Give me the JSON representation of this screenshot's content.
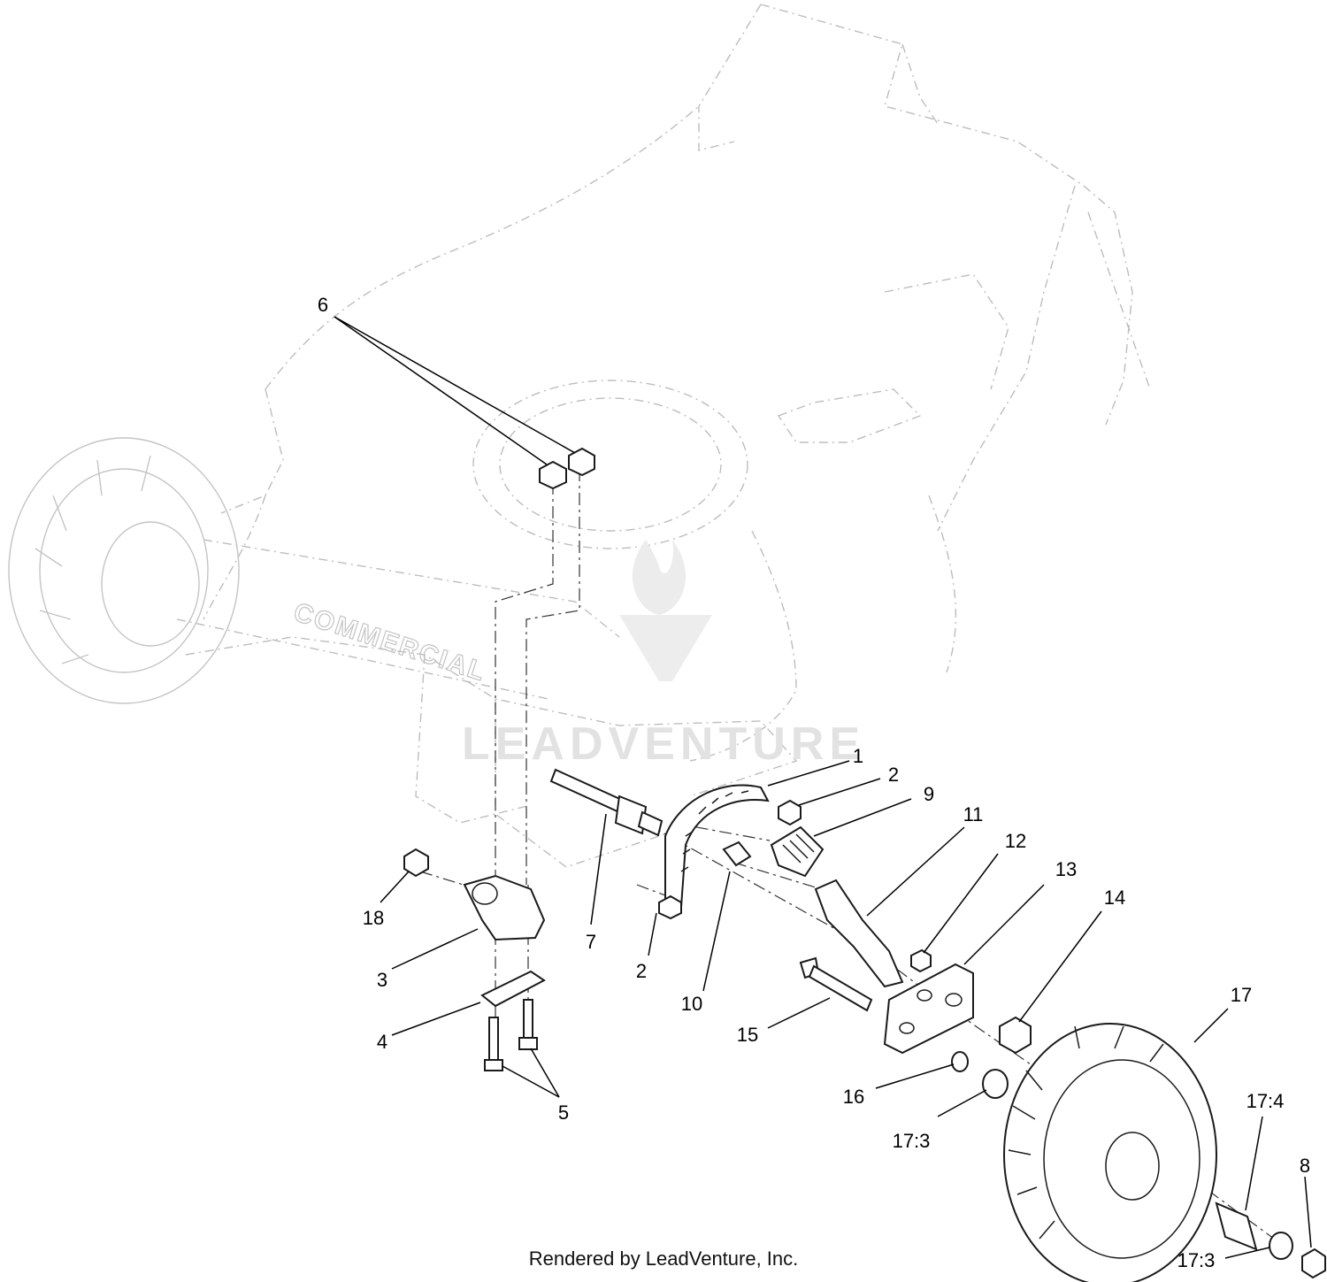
{
  "diagram": {
    "brand_text": "COMMERCIAL",
    "watermark": "LEADVENTURE",
    "footer": "Rendered by LeadVenture, Inc.",
    "callouts": {
      "c1": "1",
      "c2a": "2",
      "c2b": "2",
      "c3": "3",
      "c4": "4",
      "c5": "5",
      "c6": "6",
      "c7": "7",
      "c8": "8",
      "c9": "9",
      "c10": "10",
      "c11": "11",
      "c12": "12",
      "c13": "13",
      "c14": "14",
      "c15": "15",
      "c16": "16",
      "c17": "17",
      "c17_3a": "17:3",
      "c17_3b": "17:3",
      "c17_4": "17:4",
      "c18": "18"
    }
  }
}
